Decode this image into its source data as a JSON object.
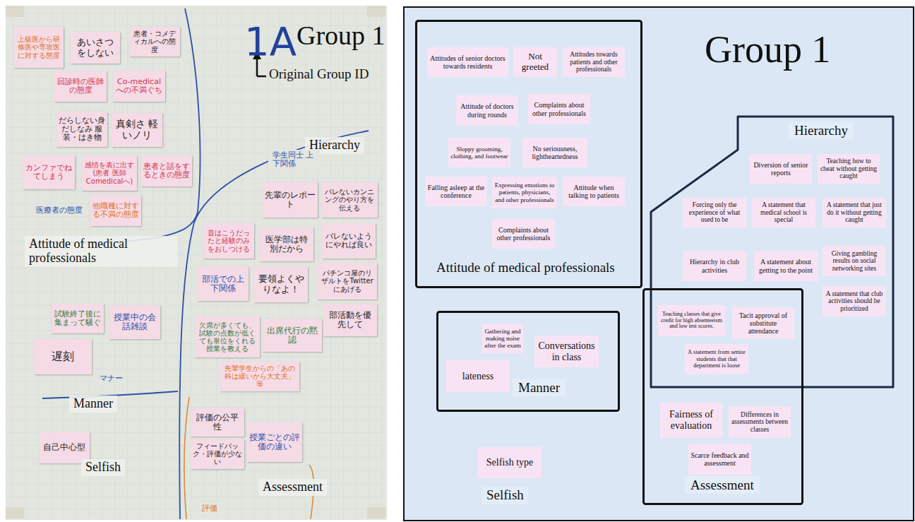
{
  "diagram": {
    "title": "Group 1",
    "nodes": [
      {
        "text": [
          "上級医から研修医や専攻医に対する態度"
        ]
      },
      {
        "text": [
          "あいさつをしない"
        ]
      },
      {
        "text": [
          "患者・コメディカルへの態度"
        ]
      },
      {
        "text": [
          "回診時の医師の態度"
        ]
      },
      {
        "text": [
          "Co-medicalへの不満ぐち"
        ]
      },
      {
        "text": [
          "だらしない身だしなみ 服装・はき物"
        ]
      },
      {
        "text": [
          "真剣さ 軽いノリ"
        ]
      },
      {
        "text": [
          "カンファでねてしまう"
        ]
      },
      {
        "text": [
          "感情を表に出す (患者 医師 Comedicalへ)"
        ]
      },
      {
        "text": [
          "患者と話をするときの態度"
        ]
      },
      {
        "text": [
          "他職種に対する不満の態度"
        ]
      },
      {
        "text": [
          "先輩のレポート"
        ]
      },
      {
        "text": [
          "バレないカンニングのやり方を伝える"
        ]
      },
      {
        "text": [
          "昔はこうだったと経験のみをおしつける"
        ]
      },
      {
        "text": [
          "医学部は特別だから"
        ]
      },
      {
        "text": [
          "バレないようにやれば良い"
        ]
      },
      {
        "text": [
          "部活での上下関係"
        ]
      },
      {
        "text": [
          "要領よくやりなよ！"
        ]
      },
      {
        "text": [
          "パチンコ屋のリザルトをTwitterにあげる"
        ]
      },
      {
        "text": [
          "部活動を優先して"
        ]
      },
      {
        "text": [
          "欠席が多くても、試験の点数が低くても単位をくれる授業を教える"
        ]
      },
      {
        "text": [
          "出席代行の黙認"
        ]
      },
      {
        "text": [
          "先輩学生からの「あの科は緩いから大丈夫」等"
        ]
      },
      {
        "text": [
          "試験終了後に集まって騒ぐ"
        ]
      },
      {
        "text": [
          "授業中の会話雑談"
        ]
      },
      {
        "text": [
          "遅刻"
        ]
      },
      {
        "text": [
          "自己中心型"
        ]
      },
      {
        "text": [
          "評価の公平性"
        ]
      },
      {
        "text": [
          "フィードバック・評価が少ない"
        ]
      },
      {
        "text": [
          "授業ごとの評価の違い"
        ]
      },
      {
        "text": [
          "Attitude of medical professionals"
        ]
      },
      {
        "text": [
          "Attitudes of senior doctors towards residents"
        ],
        "in": 30
      },
      {
        "text": [
          "Not greeted"
        ],
        "in": 30
      },
      {
        "text": [
          "Attitudes towards patients and other professionals"
        ],
        "in": 30
      },
      {
        "text": [
          "Attitude of doctors during rounds"
        ],
        "in": 30
      },
      {
        "text": [
          "Complaints about other professionals"
        ],
        "in": 30
      },
      {
        "text": [
          "Sloppy grooming, clothing, and footwear"
        ],
        "in": 30
      },
      {
        "text": [
          "No seriousness, lightheartedness"
        ],
        "in": 30
      },
      {
        "text": [
          "Falling asleep at the conference"
        ],
        "in": 30
      },
      {
        "text": [
          "Expressing emotions to patients, physicians, and other professionals"
        ],
        "in": 30
      },
      {
        "text": [
          "Attitude when talking to patients"
        ],
        "in": 30
      },
      {
        "text": [
          "Complaints about other professionals"
        ],
        "in": 30
      },
      {
        "text": [
          "Hierarchy"
        ]
      },
      {
        "text": [
          "Diversion of senior reports"
        ],
        "in": 42
      },
      {
        "text": [
          "Teaching how to cheat without getting caught"
        ],
        "in": 42
      },
      {
        "text": [
          "Forcing only the experience of what used to be"
        ],
        "in": 42
      },
      {
        "text": [
          "A statement that medical school is special"
        ],
        "in": 42
      },
      {
        "text": [
          "A statement that just do it without getting caught"
        ],
        "in": 42
      },
      {
        "text": [
          "Hierarchy in club activities"
        ],
        "in": 42
      },
      {
        "text": [
          "A statement about getting to the point"
        ],
        "in": 42
      },
      {
        "text": [
          "Giving gambling results on social networking sites"
        ],
        "in": 42
      },
      {
        "text": [
          "A statement that club activities should be prioritized"
        ],
        "in": 42
      },
      {
        "text": [
          "Assessment"
        ]
      },
      {
        "text": [
          "Teaching classes that give credit for high absenteeism and low test scores."
        ],
        "in": 52
      },
      {
        "text": [
          "Tacit approval of substitute attendance"
        ],
        "in": 52
      },
      {
        "text": [
          "A statement from senior students that that department is loose"
        ],
        "in": 52
      },
      {
        "text": [
          "Fairness of evaluation"
        ],
        "in": 52
      },
      {
        "text": [
          "Differences in assessments between classes"
        ],
        "in": 52
      },
      {
        "text": [
          "Scarce feedback and assessment"
        ],
        "in": 52
      },
      {
        "text": [
          "Manner"
        ]
      },
      {
        "text": [
          "Gathering and making noise after the exam"
        ],
        "in": 59
      },
      {
        "text": [
          "Conversations in class"
        ],
        "in": 59
      },
      {
        "text": [
          "lateness"
        ],
        "in": 59
      },
      {
        "text": [
          "Selfish type"
        ]
      }
    ],
    "labels": [
      "1A",
      "Original Group ID",
      "Group 1",
      "Hierarchy",
      "Attitude of medical professionals",
      "Manner",
      "Selfish",
      "Assessment",
      "医療者の態度",
      "学生同士 上下関係",
      "マナー",
      "評価",
      "Selfish"
    ]
  }
}
